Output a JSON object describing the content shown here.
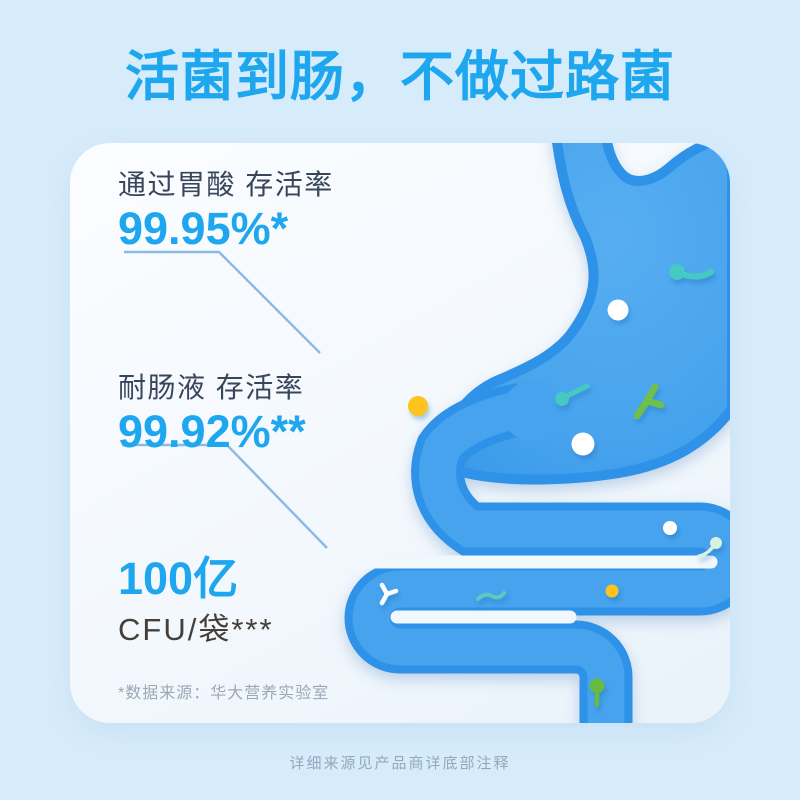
{
  "title": {
    "text": "活菌到肠，不做过路菌",
    "color": "#1EA7EE"
  },
  "page": {
    "background": "#D7ECFB",
    "caption": "详细来源见产品商详底部注释"
  },
  "card": {
    "background": "#F3F8FD"
  },
  "stats": [
    {
      "label": "通过胃酸 存活率",
      "value": "99.95%*"
    },
    {
      "label": "耐肠液 存活率",
      "value": "99.92%**"
    },
    {
      "value": "100亿",
      "label": "CFU/袋***"
    }
  ],
  "footnote": "*数据来源：华大营养实验室",
  "illustration": {
    "name": "stomach-and-intestine-paper-cut",
    "colors": {
      "outline_blue": "#2E92E8",
      "fill_blue": "#47A3ED",
      "slot_white": "#F0F7FD",
      "leader_line": "#8CBAE7",
      "microbe_teal": "#47C9C3",
      "microbe_green": "#6FBF4B",
      "microbe_yellow": "#FFC31E",
      "microbe_white": "#FFFFFF",
      "microbe_mint": "#D5F3DF"
    },
    "microbes": [
      "teal-rod",
      "white-dot",
      "yellow-dot",
      "teal-rod",
      "green-y",
      "white-dot",
      "white-dot-small",
      "mint-pin",
      "white-y",
      "teal-worm",
      "yellow-dot-small",
      "green-pin"
    ]
  }
}
